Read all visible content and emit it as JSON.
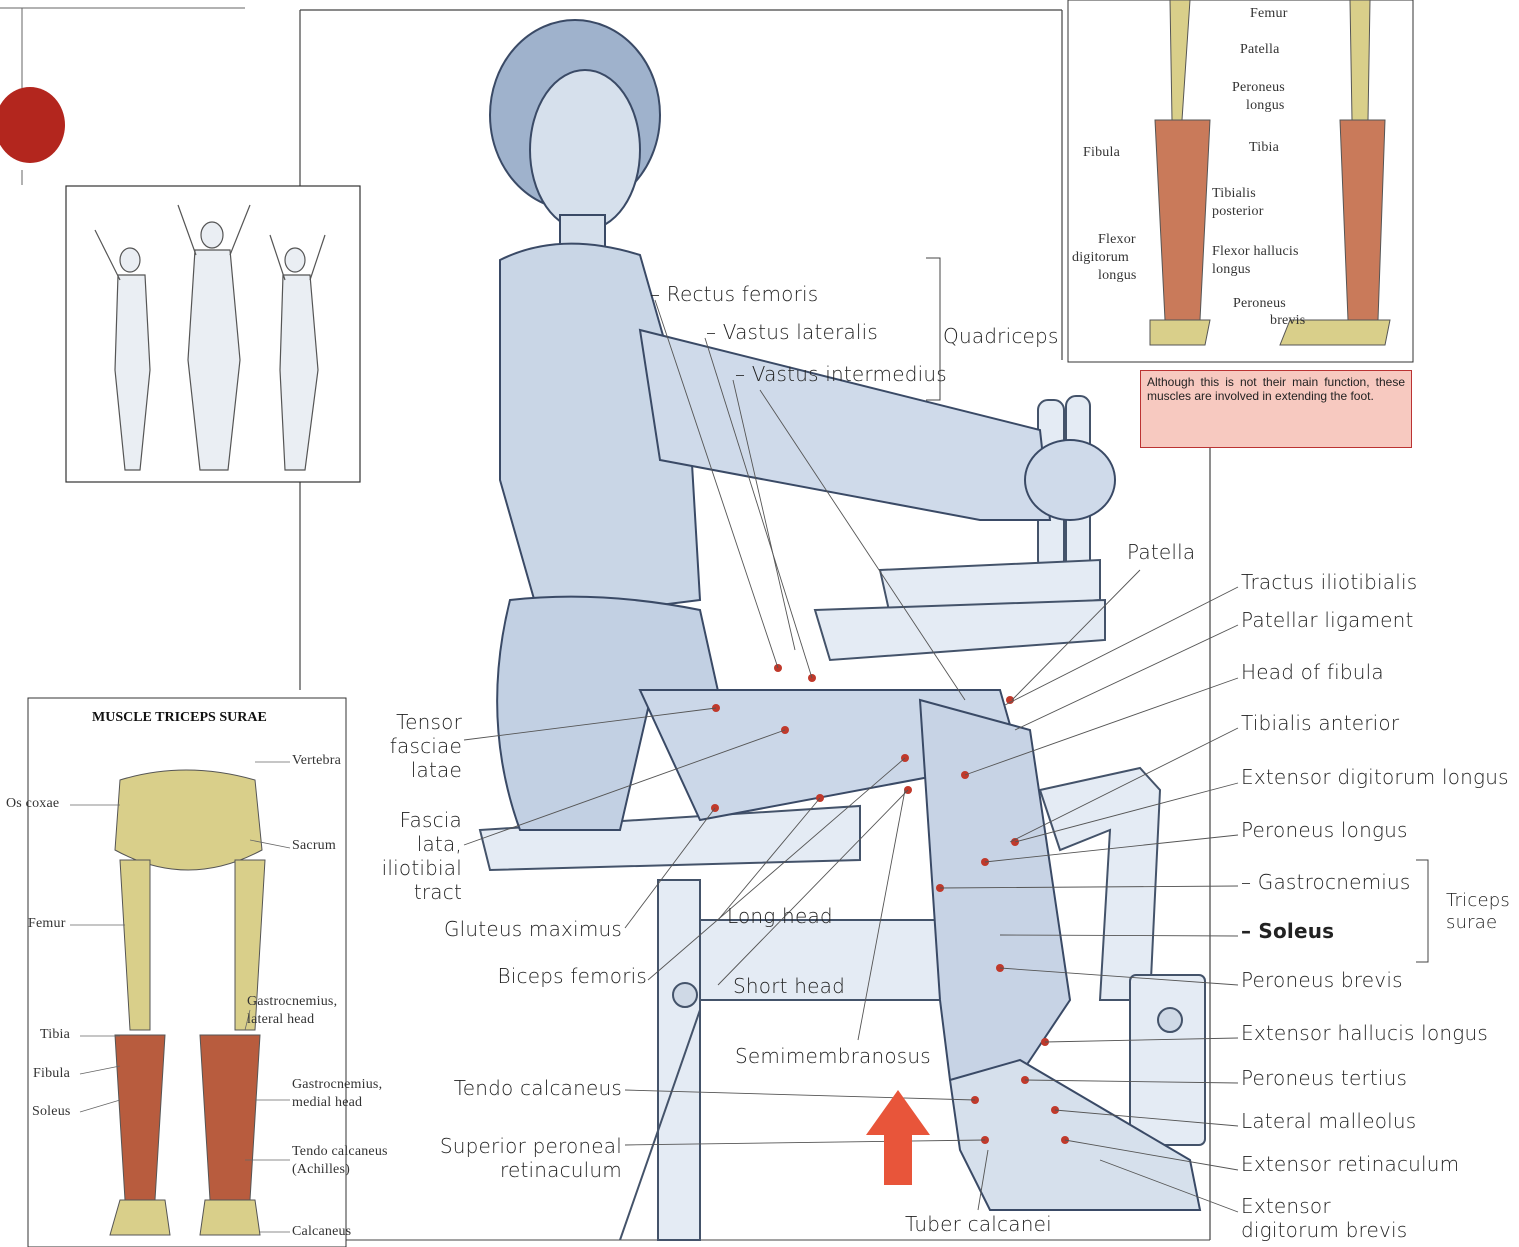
{
  "colors": {
    "accent_circle": "#b3261e",
    "note_bg": "#f7c9c0",
    "arrow": "#e8553a",
    "leader_line": "#555555",
    "muscle": "#c0392b",
    "bone": "#d9cf8a",
    "figure_blue": "#b9c8dc"
  },
  "icons": [
    "red-dot-badge",
    "up-arrow-icon",
    "muscle-figure-thumbnail",
    "skeleton-illustration",
    "leg-machine-illustration"
  ],
  "main_labels": {
    "rectus_femoris": "– Rectus femoris",
    "vastus_lateralis": "– Vastus lateralis",
    "vastus_intermedius": "– Vastus intermedius",
    "quadriceps": "Quadriceps",
    "patella": "Patella",
    "tractus_iliotibialis": "Tractus iliotibialis",
    "patellar_ligament": "Patellar ligament",
    "head_of_fibula": "Head of fibula",
    "tibialis_anterior": "Tibialis anterior",
    "extensor_digitorum_longus": "Extensor digitorum longus",
    "peroneus_longus": "Peroneus longus",
    "gastrocnemius": "– Gastrocnemius",
    "soleus": "– Soleus",
    "triceps_surae_1": "Triceps",
    "triceps_surae_2": "surae",
    "peroneus_brevis": "Peroneus brevis",
    "extensor_hallucis_longus": "Extensor hallucis longus",
    "peroneus_tertius": "Peroneus tertius",
    "lateral_malleolus": "Lateral malleolus",
    "extensor_retinaculum": "Extensor retinaculum",
    "extensor_digitorum_brevis_1": "Extensor",
    "extensor_digitorum_brevis_2": "digitorum brevis",
    "tensor_1": "Tensor",
    "tensor_2": "fasciae",
    "tensor_3": "latae",
    "fascia_1": "Fascia",
    "fascia_2": "lata,",
    "fascia_3": "iliotibial",
    "fascia_4": "tract",
    "gluteus_maximus": "Gluteus maximus",
    "long_head": "Long head",
    "biceps_femoris": "Biceps femoris",
    "short_head": "Short head",
    "semimembranosus": "Semimembranosus",
    "tendo_calcaneus": "Tendo calcaneus",
    "superior_peroneal_1": "Superior peroneal",
    "superior_peroneal_2": "retinaculum",
    "tuber_calcanei": "Tuber calcanei"
  },
  "inset_leg": {
    "femur": "Femur",
    "patella": "Patella",
    "peroneus_longus_1": "Peroneus",
    "peroneus_longus_2": "longus",
    "fibula": "Fibula",
    "tibia": "Tibia",
    "tibialis_posterior_1": "Tibialis",
    "tibialis_posterior_2": "posterior",
    "flexor_dig_1": "Flexor",
    "flexor_dig_2": "digitorum",
    "flexor_dig_3": "longus",
    "flexor_hallucis_1": "Flexor hallucis",
    "flexor_hallucis_2": "longus",
    "peroneus_brevis_1": "Peroneus",
    "peroneus_brevis_2": "brevis"
  },
  "note": "Although this is not their main function, these muscles are involved in extending the foot.",
  "inset_triceps": {
    "title": "MUSCLE TRICEPS SURAE",
    "vertebra": "Vertebra",
    "os_coxae": "Os coxae",
    "sacrum": "Sacrum",
    "femur": "Femur",
    "gastro_lat_1": "Gastrocnemius,",
    "gastro_lat_2": "lateral head",
    "tibia": "Tibia",
    "fibula": "Fibula",
    "gastro_med_1": "Gastrocnemius,",
    "gastro_med_2": "medial head",
    "soleus": "Soleus",
    "tendo_1": "Tendo calcaneus",
    "tendo_2": "(Achilles)",
    "calcaneus": "Calcaneus"
  }
}
